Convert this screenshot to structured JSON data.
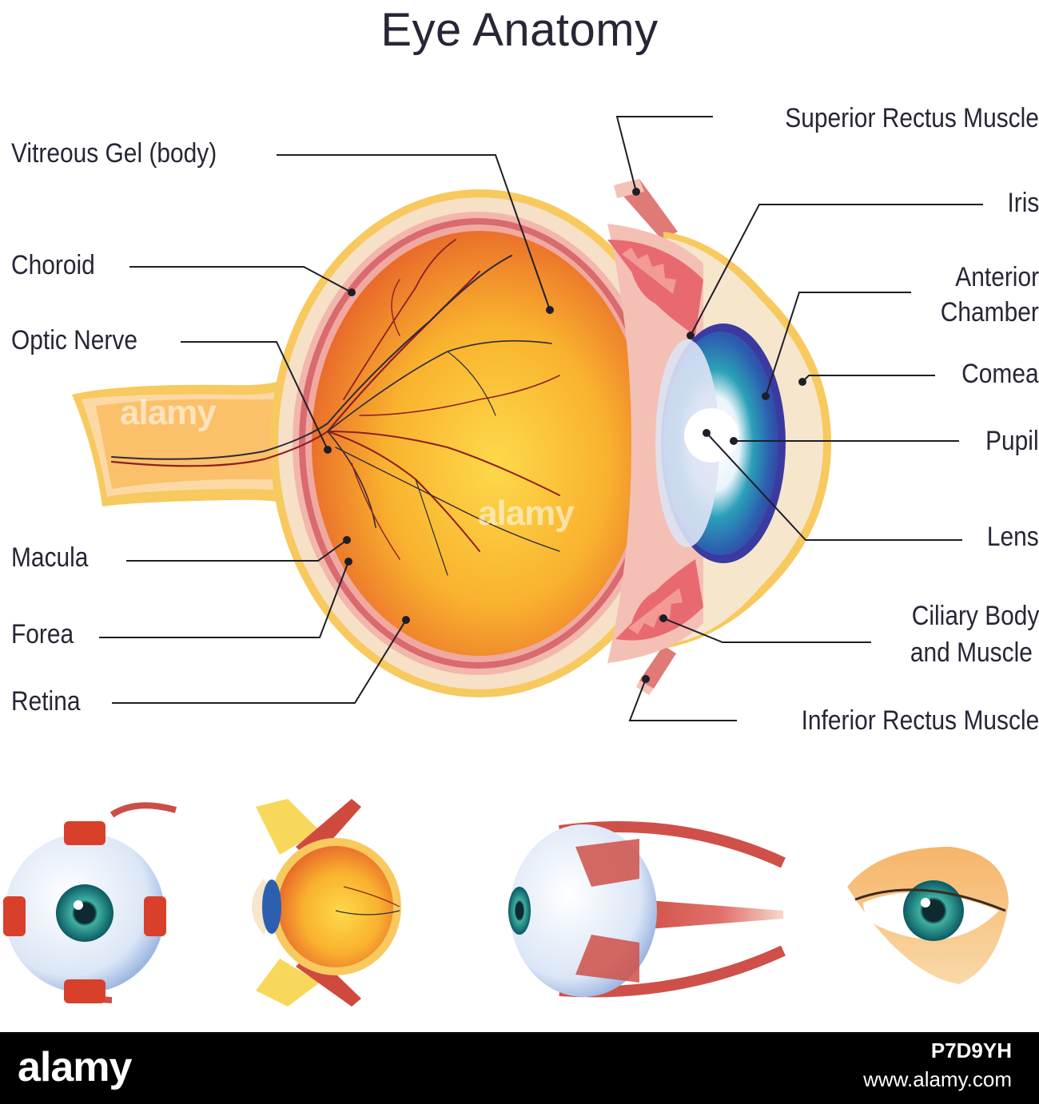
{
  "title": "Eye Anatomy",
  "labels": {
    "vitreous": "Vitreous Gel (body)",
    "choroid": "Choroid",
    "optic_nerve": "Optic Nerve",
    "macula": "Macula",
    "forea": "Forea",
    "retina": "Retina",
    "superior_rectus": "Superior Rectus Muscle",
    "iris": "Iris",
    "anterior_chamber_1": "Anterior",
    "anterior_chamber_2": "Chamber",
    "comea": "Comea",
    "pupil": "Pupil",
    "lens": "Lens",
    "ciliary_1": "Ciliary Body",
    "ciliary_2": "and Muscle",
    "inferior_rectus": "Inferior Rectus Muscle"
  },
  "watermark": "alamy",
  "footer": {
    "brand": "alamy",
    "image_id": "P7D9YH",
    "url": "www.alamy.com"
  },
  "colors": {
    "globe_outer": "#f7c95e",
    "sclera": "#f4dcc4",
    "choroid": "#d76c70",
    "vitreous_center": "#fbc53a",
    "vitreous_edge": "#e8612a",
    "iris": "#3a4fb0",
    "cornea": "#f6e6cc",
    "vessel": "#8e1f22",
    "nerve": "#2d2a3a"
  }
}
